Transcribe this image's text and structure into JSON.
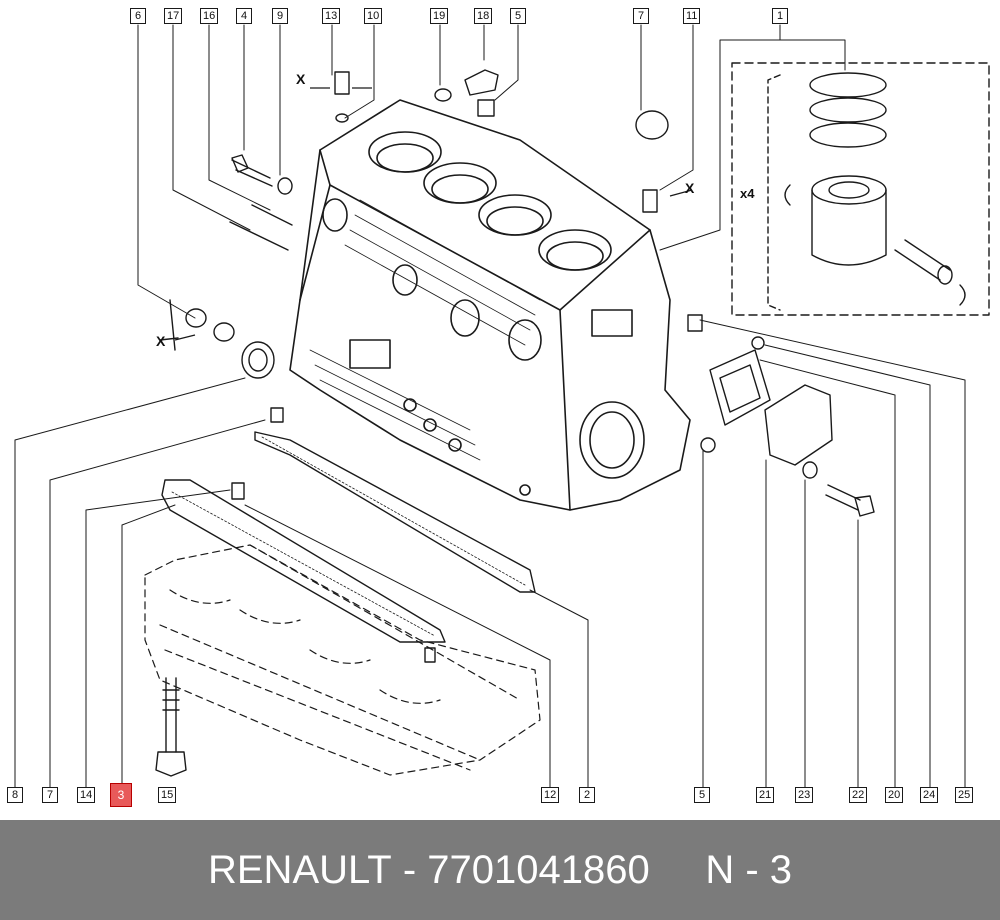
{
  "callouts_top": [
    "6",
    "17",
    "16",
    "4",
    "9",
    "13",
    "10",
    "19",
    "18",
    "5",
    "7",
    "11",
    "1"
  ],
  "callouts_bottom": [
    "8",
    "7",
    "14",
    "3",
    "15",
    "12",
    "2",
    "5",
    "21",
    "23",
    "22",
    "20",
    "24",
    "25"
  ],
  "highlighted_part": "3",
  "marker_x": "X",
  "piston_quantity": "x4",
  "footer": {
    "brand": "RENAULT",
    "separator": " - ",
    "part_number": "7701041860",
    "ref_label": "N - 3"
  },
  "colors": {
    "highlight": "#e85a5a",
    "footer_bg": "#7b7b7b",
    "line": "#1a1a1a"
  }
}
